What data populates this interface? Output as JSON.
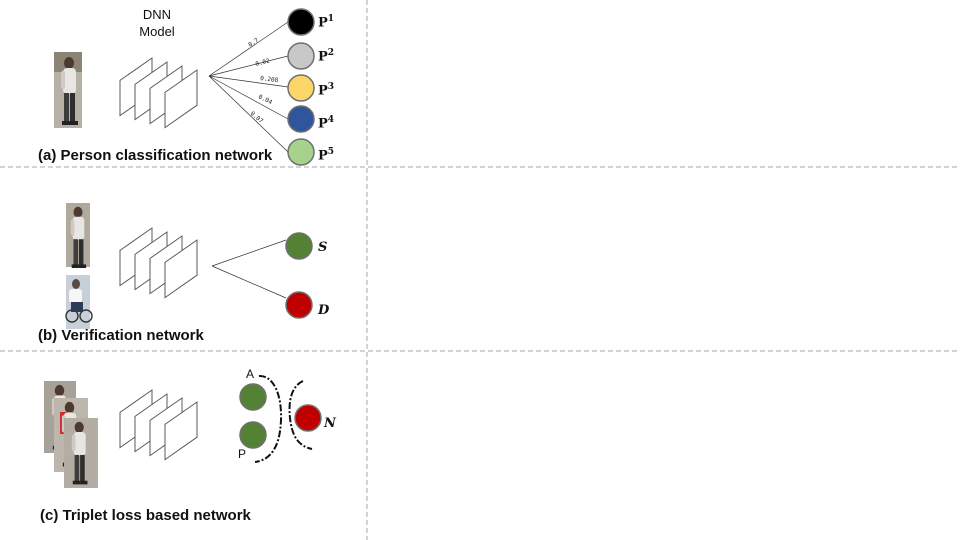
{
  "panel_a": {
    "model_label_line1": "DNN",
    "model_label_line2": "Model",
    "caption": "(a) Person classification network",
    "outputs": [
      {
        "base": "P",
        "sup": "1",
        "prob": "0.7",
        "color": "#000000"
      },
      {
        "base": "P",
        "sup": "2",
        "prob": "0.02",
        "color": "#c8c8c8"
      },
      {
        "base": "P",
        "sup": "3",
        "prob": "0.208",
        "color": "#fdd66a"
      },
      {
        "base": "P",
        "sup": "4",
        "prob": "0.04",
        "color": "#2f559f"
      },
      {
        "base": "P",
        "sup": "5",
        "prob": "0.07",
        "color": "#a7d28c"
      }
    ]
  },
  "panel_b": {
    "caption": "(b) Verification network",
    "same_label": "S",
    "diff_label": "D",
    "same_color": "#548235",
    "diff_color": "#c00000"
  },
  "panel_c": {
    "caption": "(c) Triplet loss based network",
    "anchor_label": "A",
    "positive_label": "P",
    "negative_label": "N",
    "pos_color": "#548235",
    "neg_color": "#c00000"
  }
}
